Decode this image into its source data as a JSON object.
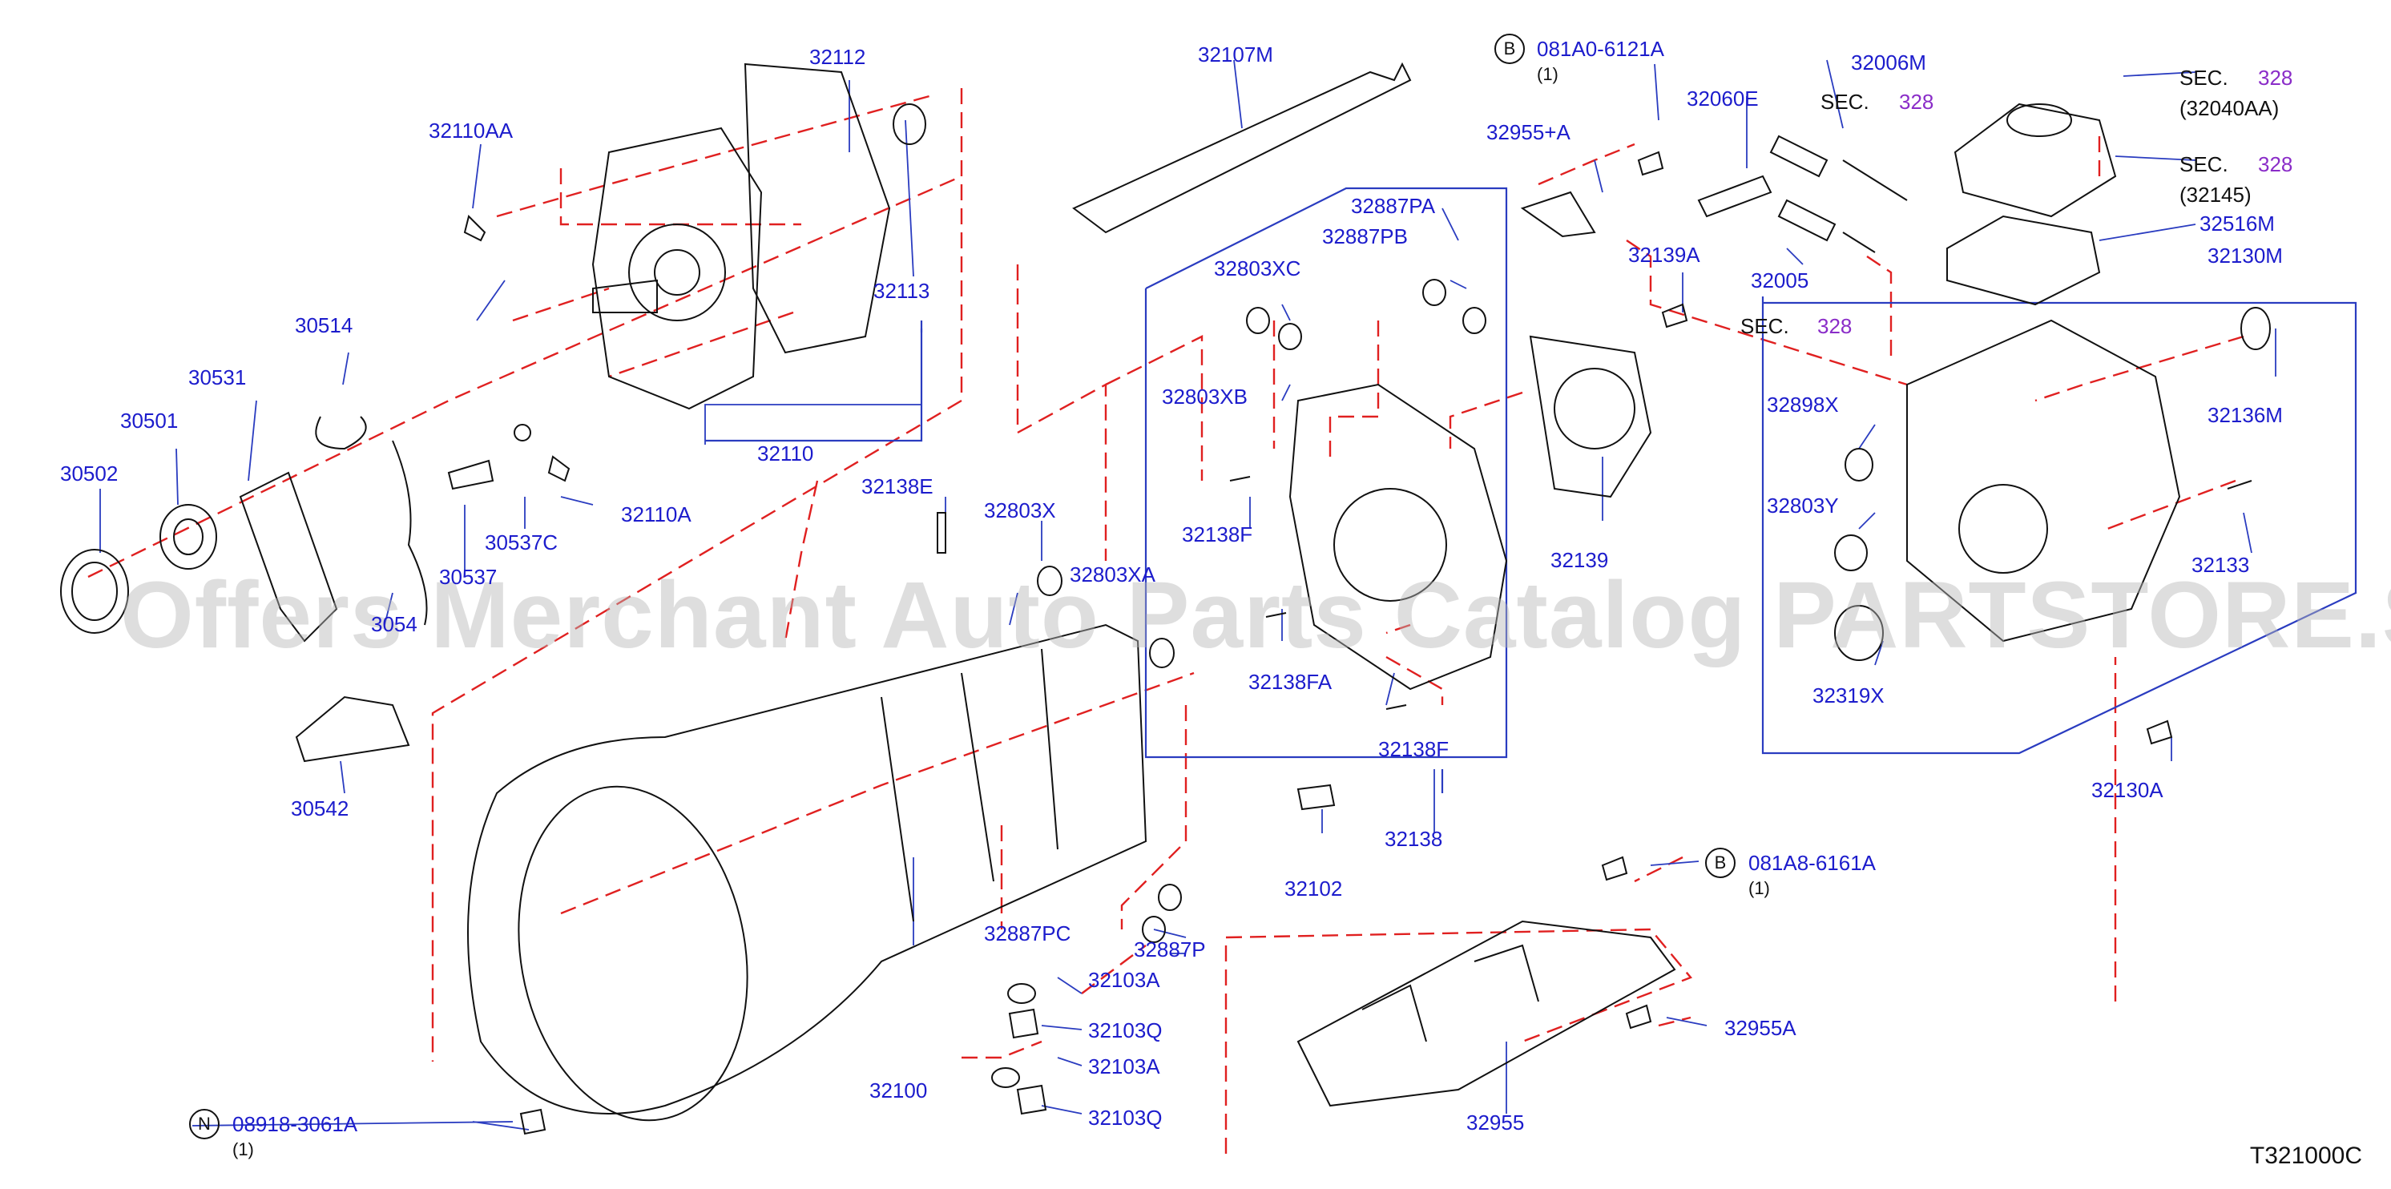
{
  "diagram": {
    "code": "T321000C",
    "watermark": "Offers Merchant Auto Parts Catalog PARTSTORE.SA",
    "labels": {
      "p32110AA": "32110AA",
      "p32112": "32112",
      "p32113": "32113",
      "p32110": "32110",
      "p32110A": "32110A",
      "p30514": "30514",
      "p30531": "30531",
      "p30501": "30501",
      "p30502": "30502",
      "p30537C": "30537C",
      "p30537": "30537",
      "p3054": "3054",
      "p30542": "30542",
      "p32107M": "32107M",
      "p32138E": "32138E",
      "p32803X": "32803X",
      "p32803XA": "32803XA",
      "p32100": "32100",
      "p32887PC": "32887PC",
      "p32887P": "32887P",
      "p32103A_1": "32103A",
      "p32103Q_1": "32103Q",
      "p32103A_2": "32103A",
      "p32103Q_2": "32103Q",
      "p08918": "08918-3061A",
      "p32887PA": "32887PA",
      "p32887PB": "32887PB",
      "p32803XC": "32803XC",
      "p32803XB": "32803XB",
      "p32138F_1": "32138F",
      "p32138FA": "32138FA",
      "p32138F_2": "32138F",
      "p32138": "32138",
      "p32102": "32102",
      "p081A0": "081A0-6121A",
      "p32955A_plus": "32955+A",
      "p32060E": "32060E",
      "p32139A": "32139A",
      "p32139": "32139",
      "p32006M": "32006M",
      "p32005": "32005",
      "p32516M": "32516M",
      "p32130M": "32130M",
      "p32898X": "32898X",
      "p32803Y": "32803Y",
      "p32319X": "32319X",
      "p32136M": "32136M",
      "p32133": "32133",
      "p32130A": "32130A",
      "p081A8": "081A8-6161A",
      "p32955A": "32955A",
      "p32955": "32955"
    },
    "sec_refs": {
      "sec1_word": "SEC.",
      "sec1_num": "328",
      "sec1_sub": "(32040AA)",
      "sec2_word": "SEC.",
      "sec2_num": "328",
      "sec2_sub": "(32145)",
      "sec3_word": "SEC.",
      "sec3_num": "328",
      "sec4_word": "SEC.",
      "sec4_num": "328"
    },
    "symbols": {
      "b1": "B",
      "b2": "B",
      "n1": "N"
    },
    "quantities": {
      "q1": "(1)",
      "q2": "(1)",
      "q3": "(1)"
    },
    "colors": {
      "label": "#1c1ccc",
      "sec_number": "#8a2cc8",
      "dashed_line": "#e02020",
      "outline": "#111111",
      "bracket": "#2a3cc0"
    }
  }
}
